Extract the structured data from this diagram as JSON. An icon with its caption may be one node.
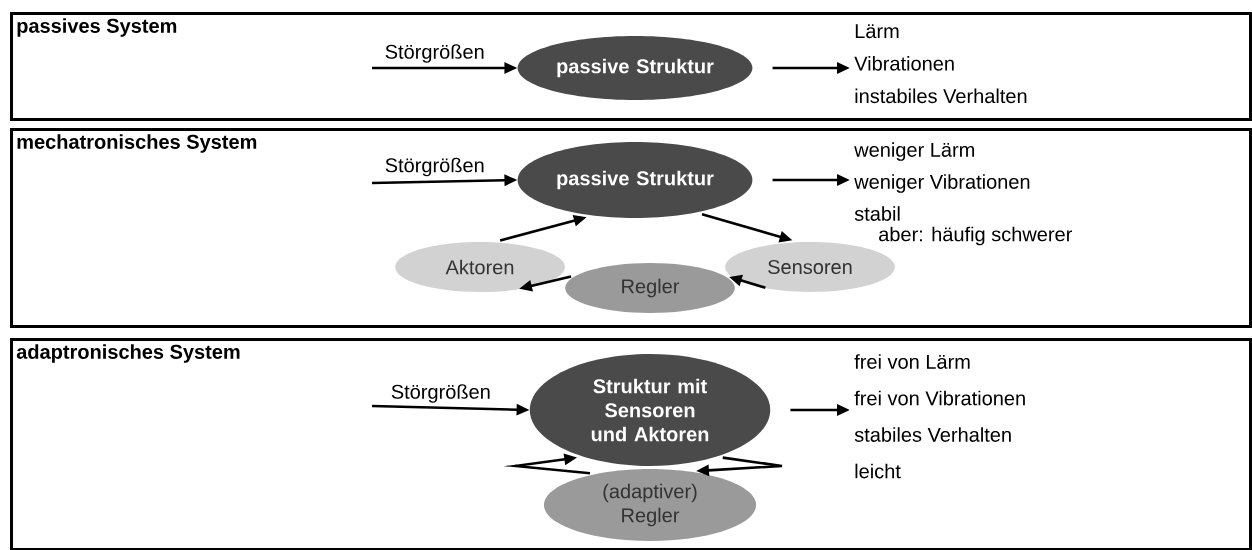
{
  "diagram": {
    "nodes": [
      {
        "text": [
          "passives System"
        ]
      },
      {
        "text": [
          "passive Struktur"
        ],
        "in": 0
      },
      {
        "text": [
          "Lärm",
          "Vibrationen",
          "instabiles Verhalten"
        ],
        "in": 0
      },
      {
        "text": [
          "mechatronisches System"
        ]
      },
      {
        "text": [
          "passive Struktur"
        ],
        "in": 3
      },
      {
        "text": [
          "weniger Lärm",
          "weniger Vibrationen",
          "stabil"
        ],
        "in": 3,
        "beside": [
          "aber: häufig schwerer"
        ]
      },
      {
        "text": [
          "Aktoren"
        ],
        "in": 3
      },
      {
        "text": [
          "Regler"
        ],
        "in": 3
      },
      {
        "text": [
          "Sensoren"
        ],
        "in": 3
      },
      {
        "text": [
          "adaptronisches System"
        ]
      },
      {
        "text": [
          "Struktur mit Sensoren und Aktoren"
        ],
        "in": 9
      },
      {
        "text": [
          "frei von Lärm",
          "frei von Vibrationen",
          "stabiles Verhalten",
          "leicht"
        ],
        "in": 9
      },
      {
        "text": [
          "(adaptiver) Regler"
        ],
        "in": 9
      }
    ],
    "edges": [
      {
        "from": null,
        "to": 1,
        "arrow": "to",
        "label": "Störgrößen"
      },
      {
        "from": 1,
        "to": 2,
        "arrow": "to"
      },
      {
        "from": null,
        "to": 4,
        "arrow": "to",
        "label": "Störgrößen"
      },
      {
        "from": 4,
        "to": 5,
        "arrow": "to"
      },
      {
        "from": 4,
        "to": 8,
        "arrow": "to"
      },
      {
        "from": 8,
        "to": 7,
        "arrow": "to"
      },
      {
        "from": 7,
        "to": 6,
        "arrow": "to"
      },
      {
        "from": 6,
        "to": 4,
        "arrow": "to"
      },
      {
        "from": null,
        "to": 10,
        "arrow": "to",
        "label": "Störgrößen"
      },
      {
        "from": 10,
        "to": 11,
        "arrow": "to"
      },
      {
        "from": 10,
        "to": 12,
        "arrow": "to"
      },
      {
        "from": 12,
        "to": 10,
        "arrow": "to"
      }
    ]
  }
}
